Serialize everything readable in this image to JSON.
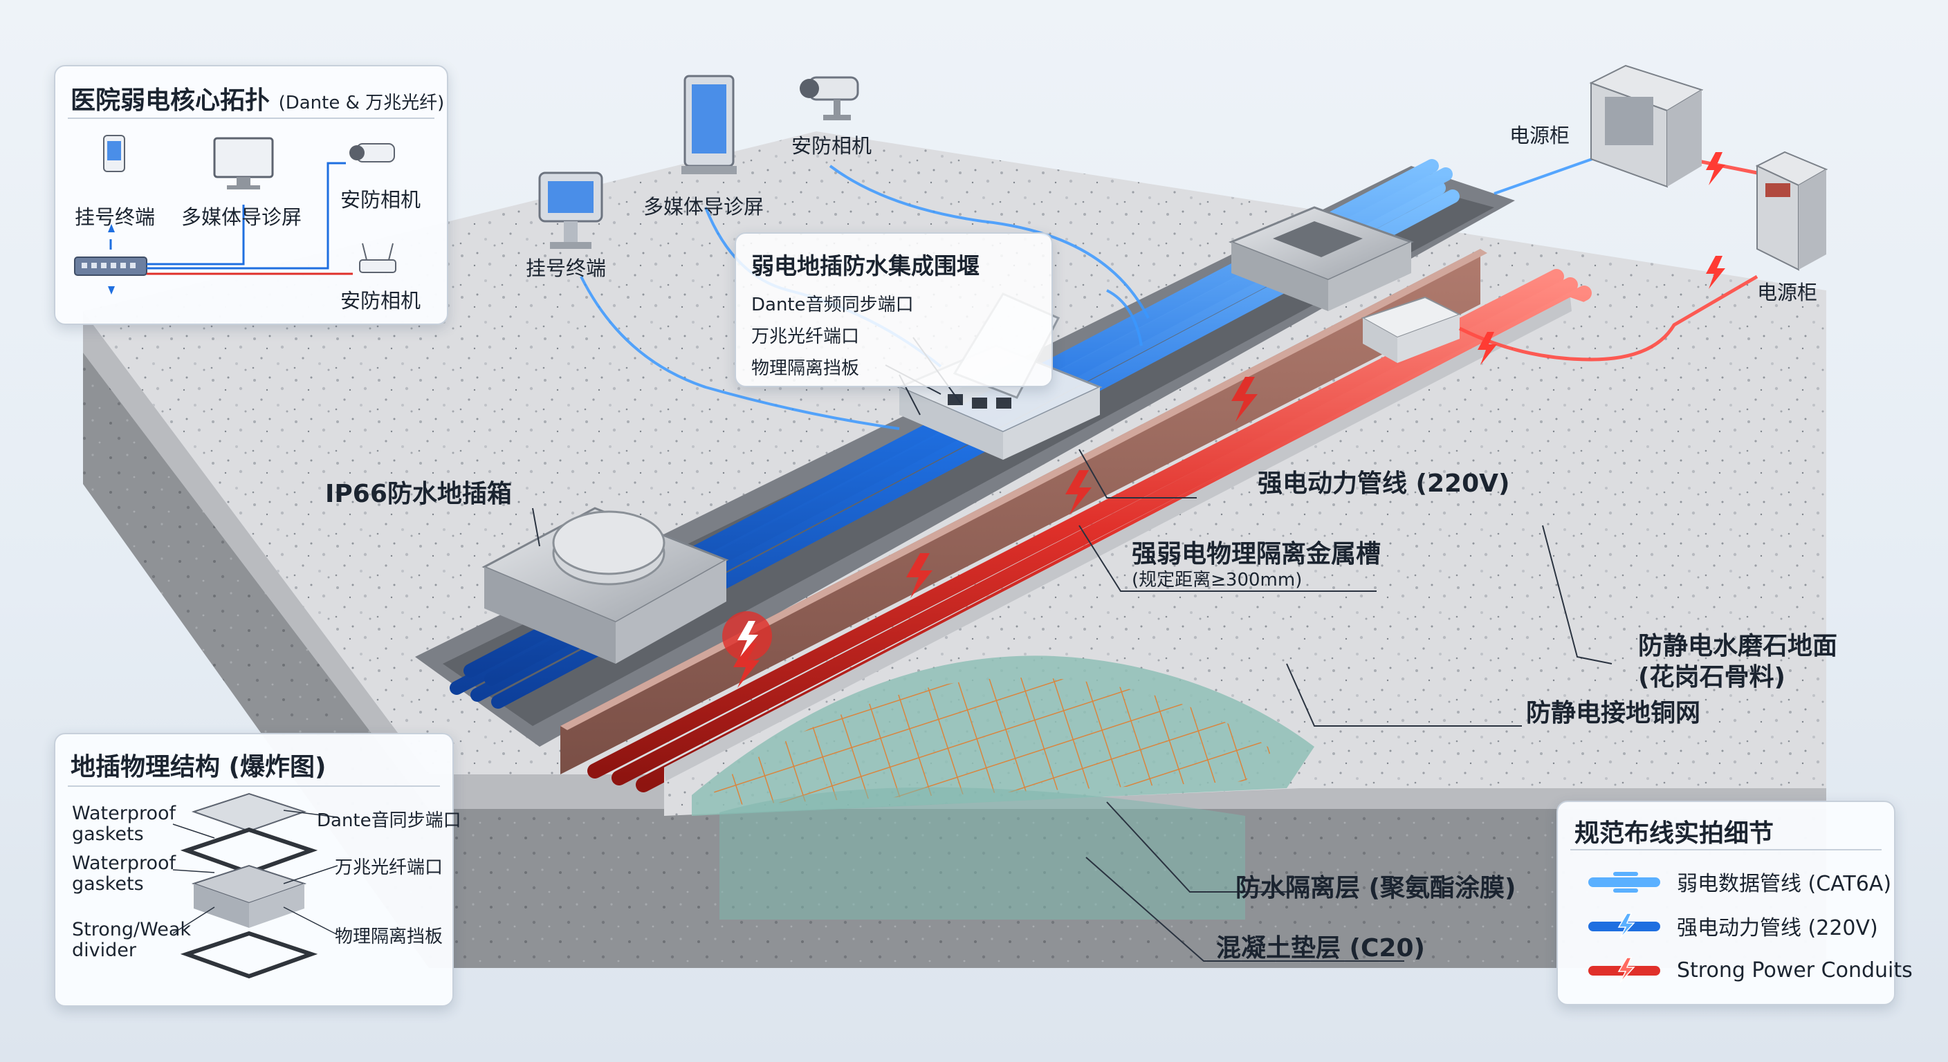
{
  "colors": {
    "weak_blue": "#1f6fe0",
    "weak_light": "#5ab0ff",
    "power_red": "#e0302a",
    "concrete": "#d9dadd",
    "panel_border": "#c7d0db"
  },
  "topology": {
    "title": "医院弱电核心拓扑",
    "subtitle": "(Dante & 万兆光纤)",
    "items": [
      {
        "label": "挂号终端",
        "icon": "registration-terminal-icon"
      },
      {
        "label": "多媒体导诊屏",
        "icon": "monitor-icon"
      },
      {
        "label": "安防相机",
        "icon": "security-camera-icon"
      },
      {
        "label": "安防相机",
        "icon": "wifi-router-icon"
      }
    ],
    "switch_icon": "network-switch-icon"
  },
  "scene_labels": {
    "kiosk_1": "挂号终端",
    "display_1": "多媒体导诊屏",
    "camera_1": "安防相机",
    "cabinet_1": "电源柜",
    "cabinet_2": "电源柜",
    "floor_box": {
      "title": "弱电地插防水集成围堰",
      "items": [
        "Dante音频同步端口",
        "万兆光纤端口",
        "物理隔离挡板"
      ]
    },
    "ip66_box": "IP66防水地插箱",
    "power_conduit": "强电动力管线 (220V)",
    "divider": {
      "title": "强弱电物理隔离金属槽",
      "note": "(规定距离≥300mm)"
    },
    "terrazzo": {
      "line1": "防静电水磨石地面",
      "line2": "(花岗石骨料)"
    },
    "copper_mesh": "防静电接地铜网",
    "waterproof": "防水隔离层 (聚氨酯涂膜)",
    "concrete": "混凝土垫层 (C20)"
  },
  "exploded": {
    "title": "地插物理结构 (爆炸图)",
    "left_labels": [
      "Waterproof gaskets",
      "Waterproof gaskets",
      "Strong/Weak divider"
    ],
    "right_labels": [
      "Dante音同步端口",
      "万兆光纤端口",
      "物理隔离挡板"
    ]
  },
  "legend": {
    "title": "规范布线实拍细节",
    "items": [
      {
        "label": "弱电数据管线 (CAT6A)",
        "icon": "weak-data-conduit-icon",
        "color": "#5ab0ff"
      },
      {
        "label": "强电动力管线 (220V)",
        "icon": "blue-lightning-conduit-icon",
        "color": "#1f6fe0"
      },
      {
        "label": "Strong Power Conduits",
        "icon": "red-lightning-conduit-icon",
        "color": "#e0302a"
      }
    ]
  }
}
